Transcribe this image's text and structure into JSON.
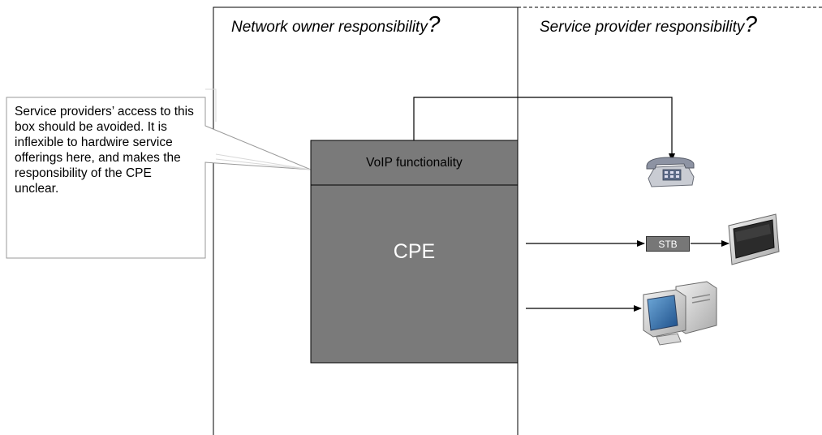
{
  "regions": {
    "network_owner": {
      "title": "Network owner responsibility",
      "mark": "?"
    },
    "service_provider": {
      "title": "Service provider responsibility",
      "mark": "?"
    }
  },
  "callout": {
    "text": "Service providers’ access to this box should be avoided. It is inflexible to hardwire service offerings here, and makes the responsibility of the CPE unclear."
  },
  "cpe_box": {
    "voip_label": "VoIP functionality",
    "main_label": "CPE",
    "fill": "#7a7a7a"
  },
  "devices": {
    "stb_label": "STB",
    "telephone_icon": "telephone-icon",
    "television_icon": "television-icon",
    "computer_icon": "computer-icon"
  }
}
